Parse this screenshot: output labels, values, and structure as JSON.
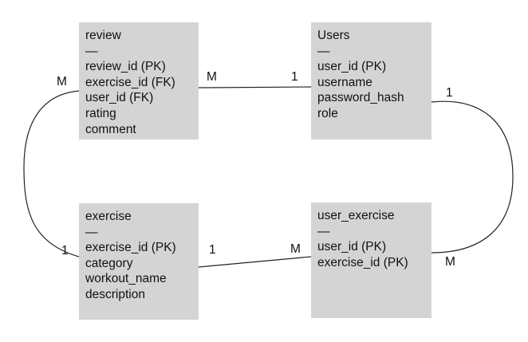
{
  "entities": {
    "review": {
      "title": "review",
      "separator": "—",
      "fields": [
        "review_id (PK)",
        "exercise_id (FK)",
        "user_id (FK)",
        "rating",
        "comment"
      ]
    },
    "users": {
      "title": "Users",
      "separator": "—",
      "fields": [
        "user_id (PK)",
        "username",
        "password_hash",
        "role"
      ]
    },
    "exercise": {
      "title": "exercise",
      "separator": "—",
      "fields": [
        "exercise_id (PK)",
        "category",
        "workout_name",
        "description"
      ]
    },
    "user_exercise": {
      "title": "user_exercise",
      "separator": "—",
      "fields": [
        "user_id (PK)",
        "exercise_id (PK)"
      ]
    }
  },
  "relationships": {
    "review_users": {
      "review_end": "M",
      "users_end": "1"
    },
    "review_exercise": {
      "review_end": "M",
      "exercise_end": "1"
    },
    "users_user_exercise": {
      "users_end": "1",
      "user_exercise_end": "M"
    },
    "exercise_user_exercise": {
      "exercise_end": "1",
      "user_exercise_end": "M"
    }
  },
  "colors": {
    "entity_fill": "#d4d4d4",
    "line": "#222222",
    "text": "#111111",
    "background": "#ffffff"
  }
}
